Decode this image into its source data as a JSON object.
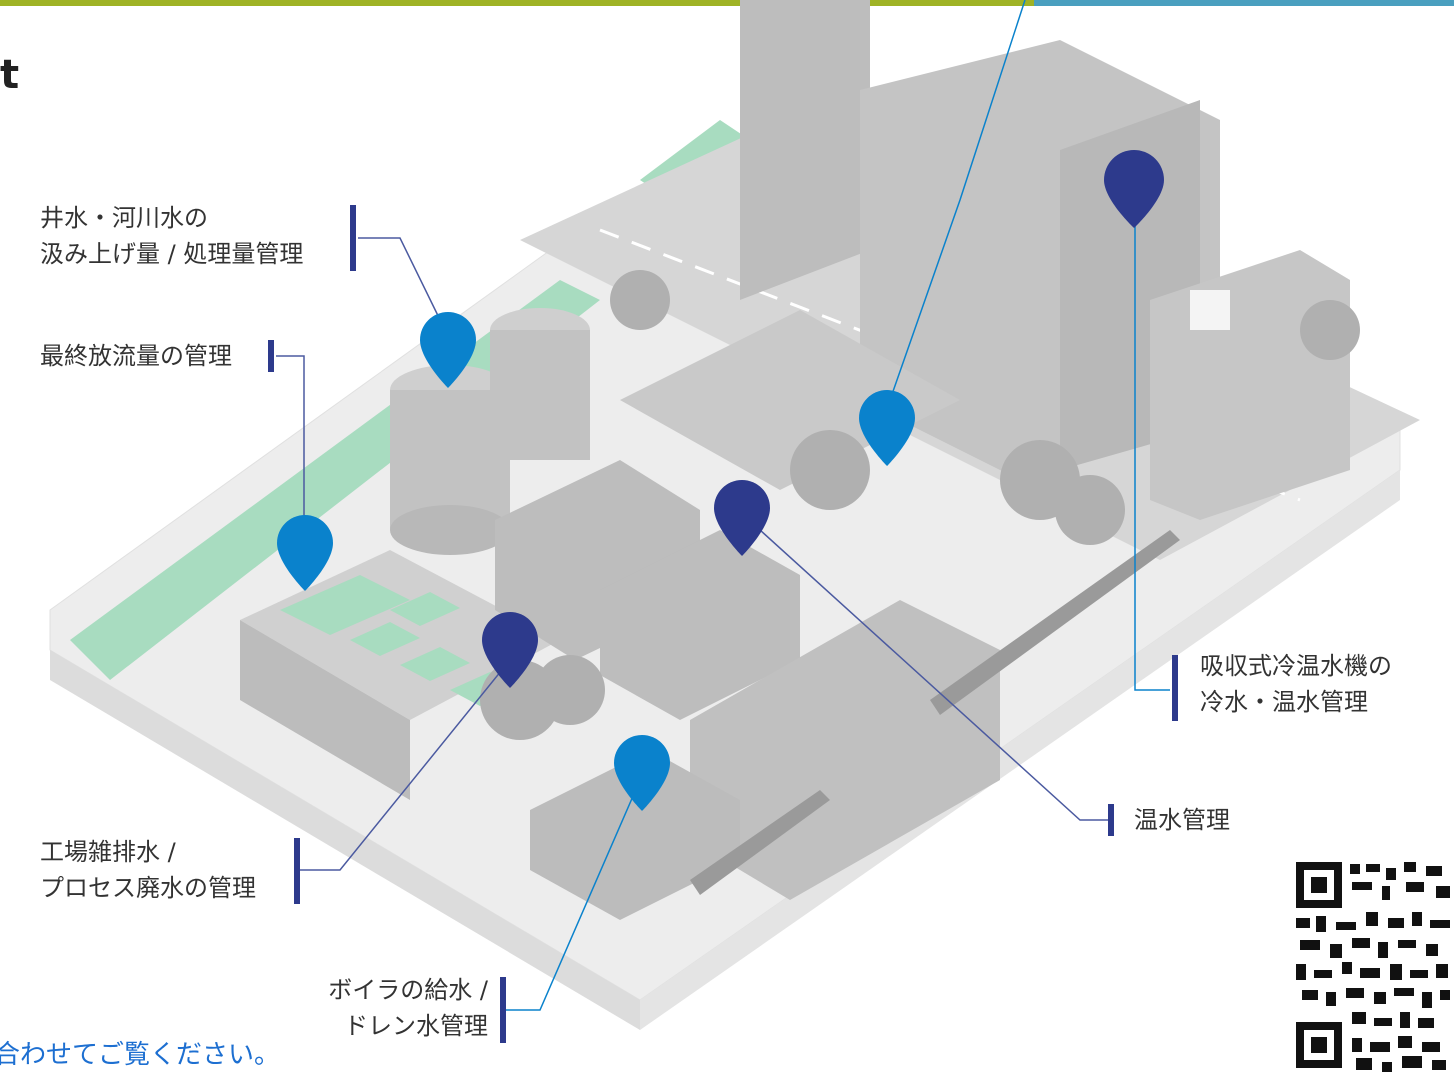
{
  "corner_title": "t",
  "labels": {
    "well_water": [
      "井水・河川水の",
      "汲み上げ量 / 処理量管理"
    ],
    "final_discharge": [
      "最終放流量の管理"
    ],
    "absorption_chiller": [
      "吸収式冷温水機の",
      "冷水・温水管理"
    ],
    "hot_water": [
      "温水管理"
    ],
    "factory_wastewater": [
      "工場雑排水 /",
      "プロセス廃水の管理"
    ],
    "boiler": [
      "ボイラの給水 /",
      "ドレン水管理"
    ]
  },
  "footnote": "合わせてご覧ください。",
  "colors": {
    "pin_light": "#0a82cc",
    "pin_dark": "#2d3a8c",
    "water": "#a8dcc0",
    "building": "#bdbdbd",
    "ground": "#ededed"
  },
  "icons": [
    "map-pin-icon",
    "qr-code"
  ]
}
